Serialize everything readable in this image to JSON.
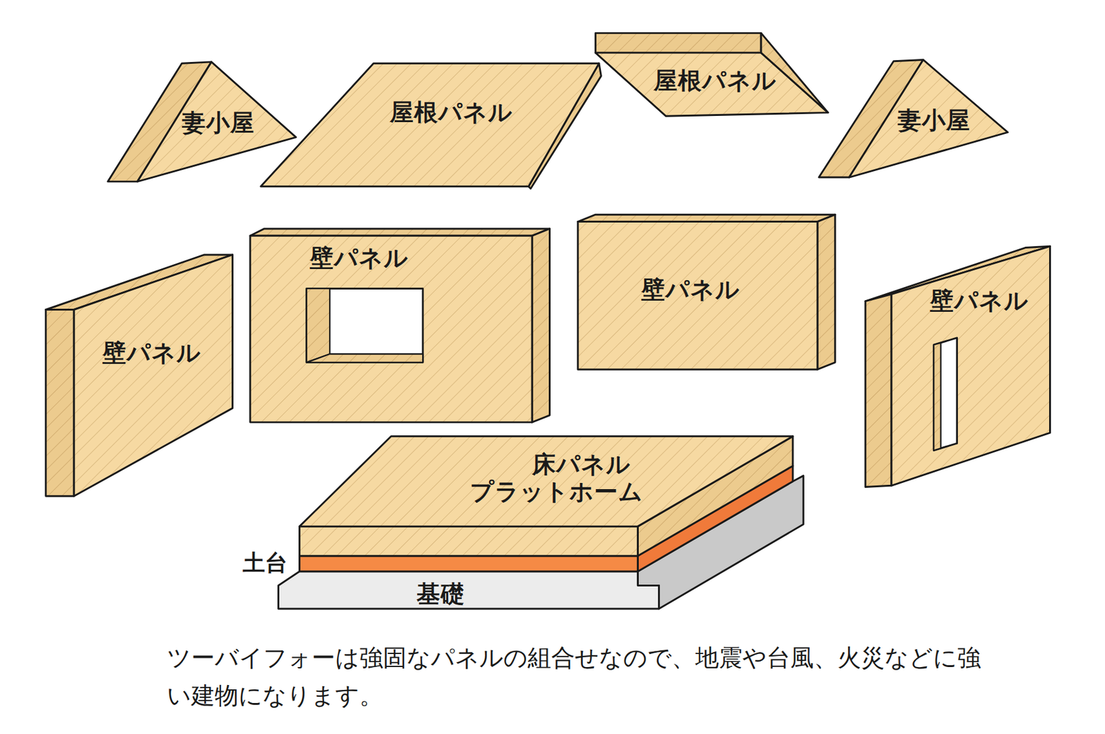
{
  "diagram": {
    "caption": "ツーバイフォーは強固なパネルの組合せなので、地震や台風、火災などに強い建物になります。",
    "nodes": [
      {
        "text": [
          "妻小屋"
        ]
      },
      {
        "text": [
          "屋根パネル"
        ]
      },
      {
        "text": [
          "屋根パネル"
        ]
      },
      {
        "text": [
          "妻小屋"
        ]
      },
      {
        "text": [
          "壁パネル"
        ]
      },
      {
        "text": [
          "壁パネル"
        ]
      },
      {
        "text": [
          "壁パネル"
        ]
      },
      {
        "text": [
          "壁パネル"
        ]
      },
      {
        "text": [
          "床パネル",
          "プラットホーム"
        ]
      },
      {
        "text": [
          "基礎"
        ]
      }
    ],
    "labels": [
      "土台"
    ]
  }
}
